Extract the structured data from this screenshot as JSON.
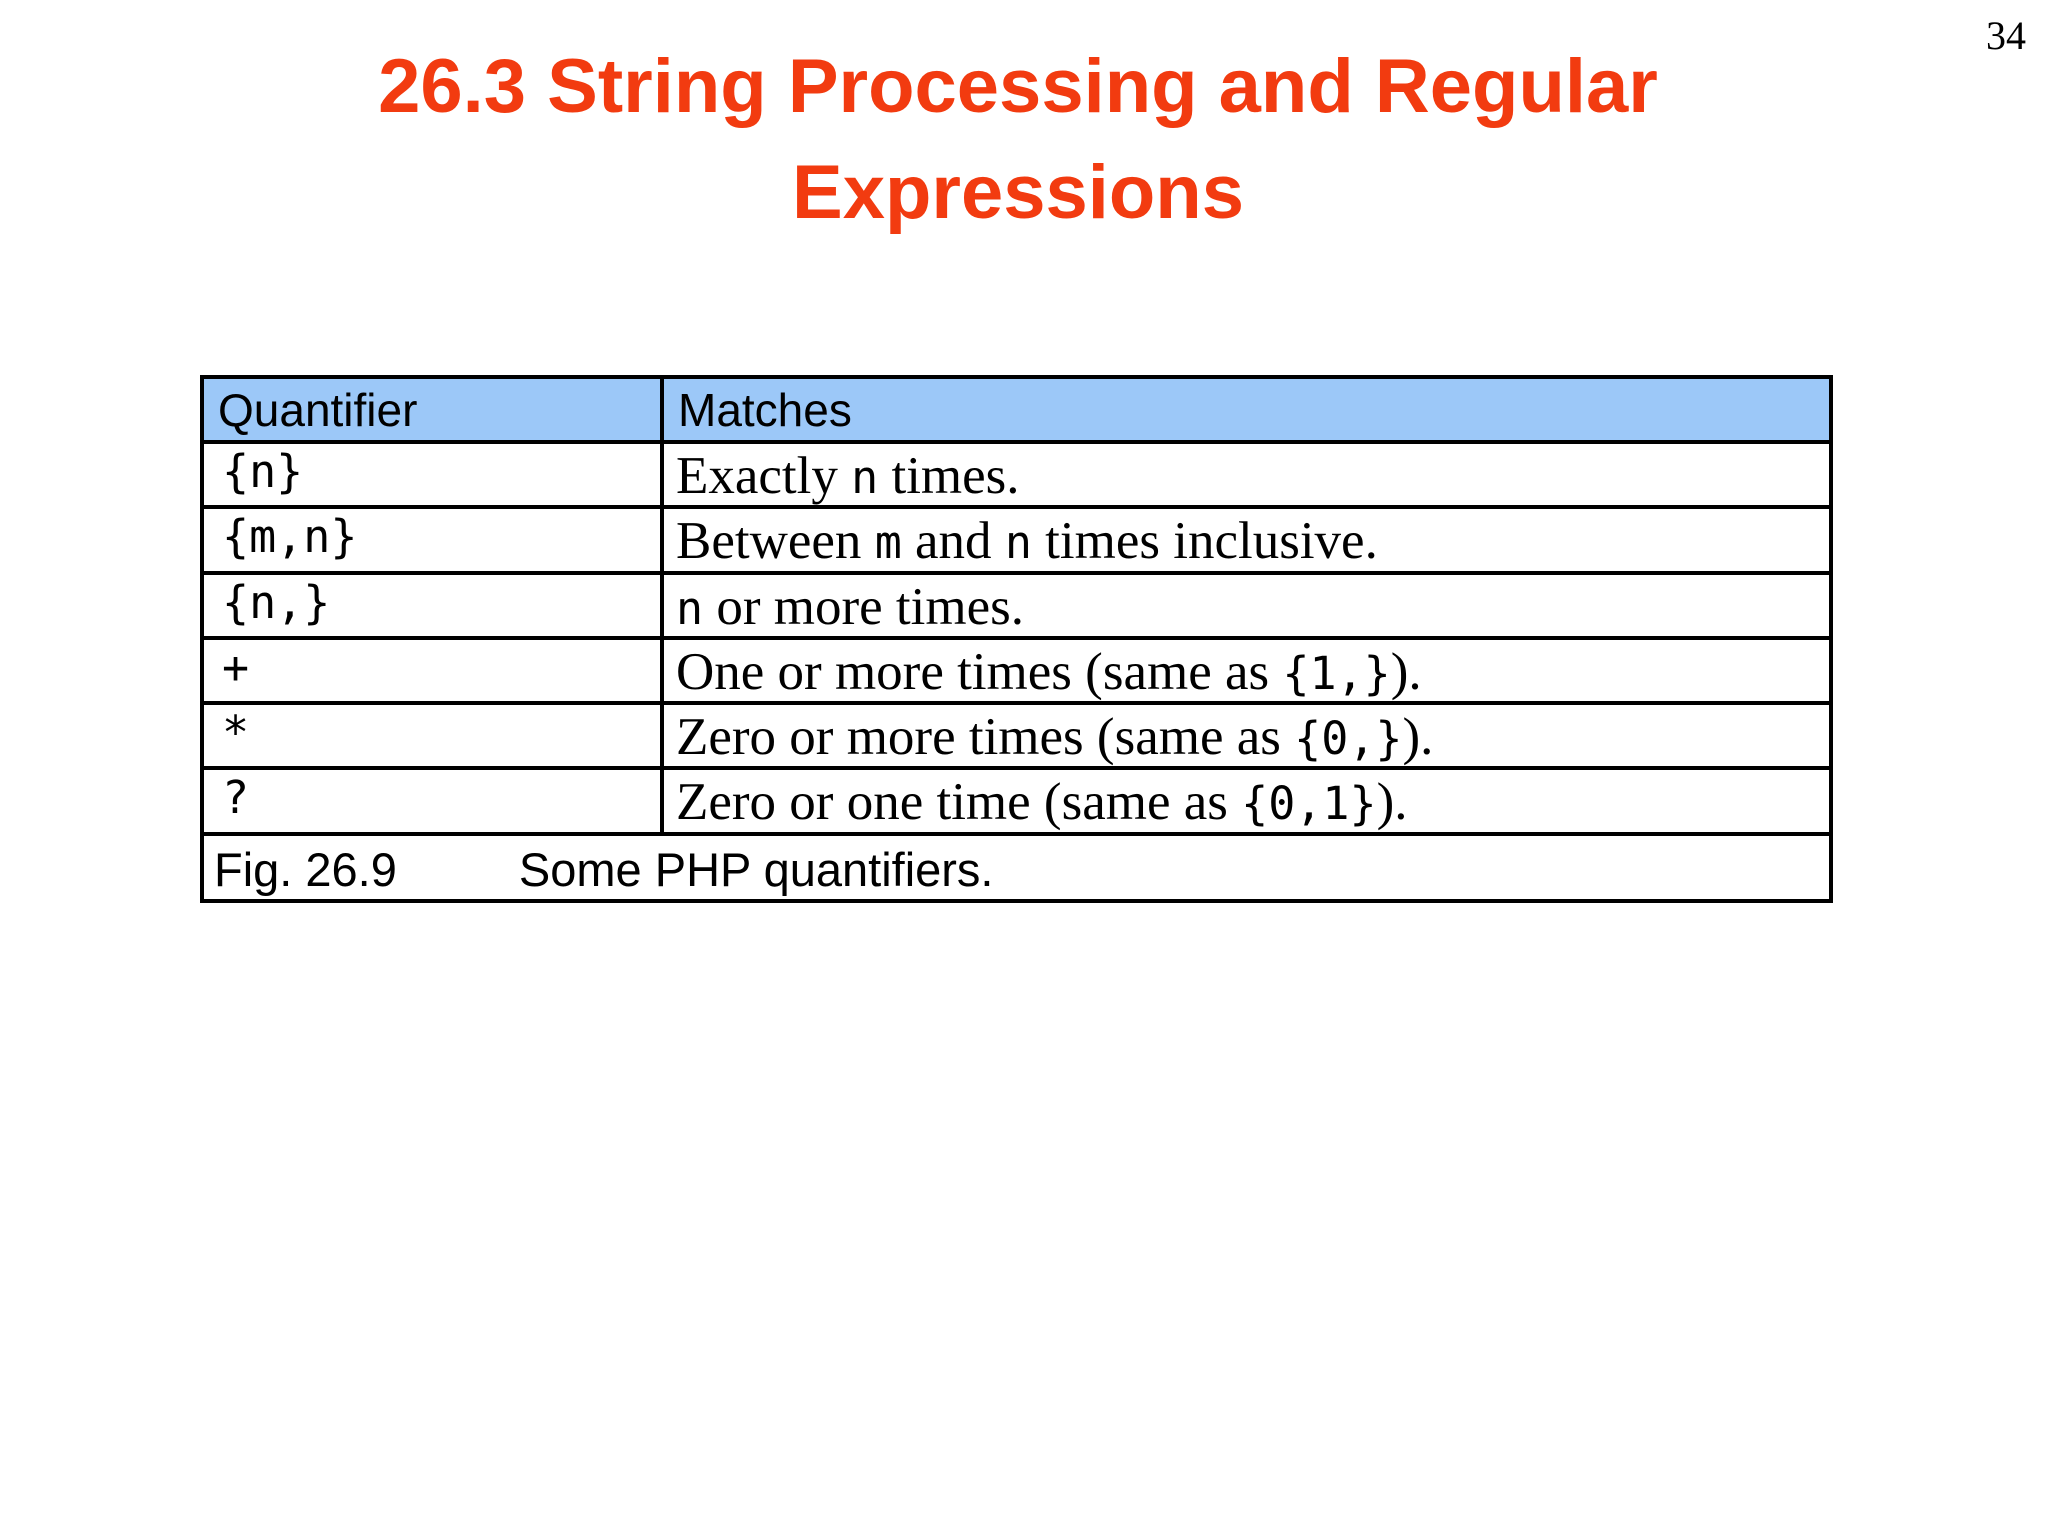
{
  "page_number": "34",
  "title": {
    "line1": "26.3 String Processing and Regular",
    "line2": "Expressions"
  },
  "colors": {
    "title": "#F23B10",
    "header_bg": "#9CC8F8",
    "border": "#000000",
    "background": "#FFFFFF"
  },
  "table": {
    "columns": [
      "Quantifier",
      "Matches"
    ],
    "rows": [
      {
        "quantifier": "{n}",
        "matches": [
          {
            "text": "Exactly "
          },
          {
            "text": "n",
            "code": true
          },
          {
            "text": " times."
          }
        ]
      },
      {
        "quantifier": "{m,n}",
        "matches": [
          {
            "text": "Between "
          },
          {
            "text": "m",
            "code": true
          },
          {
            "text": " and "
          },
          {
            "text": "n",
            "code": true
          },
          {
            "text": " times inclusive."
          }
        ]
      },
      {
        "quantifier": "{n,}",
        "matches": [
          {
            "text": "n",
            "code": true
          },
          {
            "text": " or more times."
          }
        ]
      },
      {
        "quantifier": "+",
        "matches": [
          {
            "text": "One or more times (same as "
          },
          {
            "text": "{1,}",
            "code": true
          },
          {
            "text": ")."
          }
        ]
      },
      {
        "quantifier": "*",
        "matches": [
          {
            "text": "Zero or more times (same as "
          },
          {
            "text": "{0,}",
            "code": true
          },
          {
            "text": ")."
          }
        ]
      },
      {
        "quantifier": "?",
        "matches": [
          {
            "text": "Zero or one time (same as "
          },
          {
            "text": "{0,1}",
            "code": true
          },
          {
            "text": ")."
          }
        ]
      }
    ],
    "caption": {
      "label": "Fig. 26.9",
      "text": "Some PHP quantifiers."
    }
  }
}
